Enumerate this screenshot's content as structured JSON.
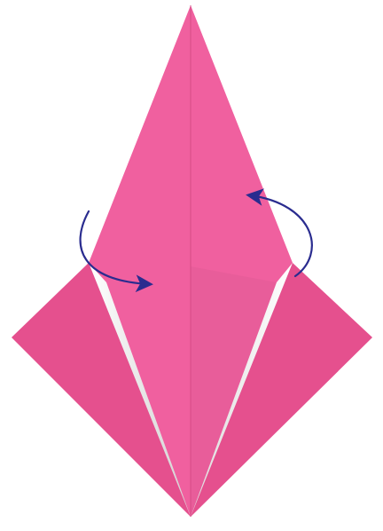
{
  "diagram": {
    "step": "fold-sides-behind",
    "arrow_left": {
      "direction": "fold-behind-clockwise",
      "icon": "curved-arrow-icon"
    },
    "arrow_right": {
      "direction": "fold-behind-counterclockwise",
      "icon": "curved-arrow-icon"
    }
  },
  "colors": {
    "paper_front": "#F0609F",
    "paper_back": "#E5508E",
    "paper_shadow": "#CF4580",
    "crease": "#D64B86",
    "arrow": "#2A2C8F",
    "background": "#FFFFFF"
  }
}
